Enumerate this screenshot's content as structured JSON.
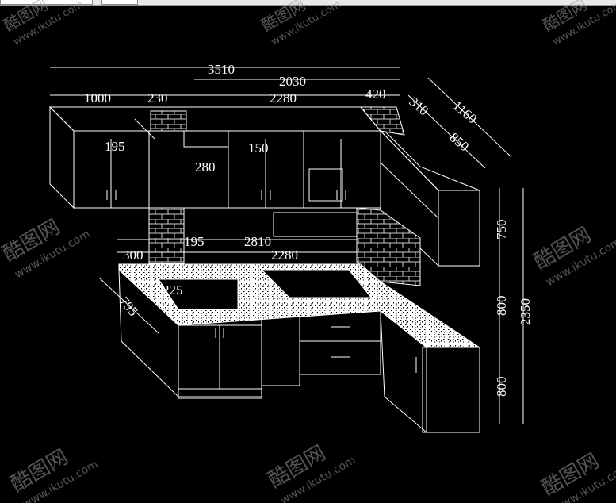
{
  "drawing": {
    "dimensions": {
      "overall_width": "3510",
      "upper_right_span": "2030",
      "left_upper": "1000",
      "hood_gap": "230",
      "upper_front": "2280",
      "upper_corner": "420",
      "side_depth_total": "1160",
      "side_upper_depth": "310",
      "side_run": "850",
      "hood_offset": "195",
      "hood_depth": "150",
      "hood_width": "280",
      "wall_upper_height": "750",
      "wall_mid_height": "800",
      "base_height": "800",
      "total_height": "2350",
      "column_offset": "195",
      "counter_length": "2810",
      "counter_left": "300",
      "counter_front": "2280",
      "sink_offset": "225",
      "left_depth": "795"
    }
  },
  "watermark": {
    "logo": "酷图网",
    "url": "www.ikutu.com"
  }
}
